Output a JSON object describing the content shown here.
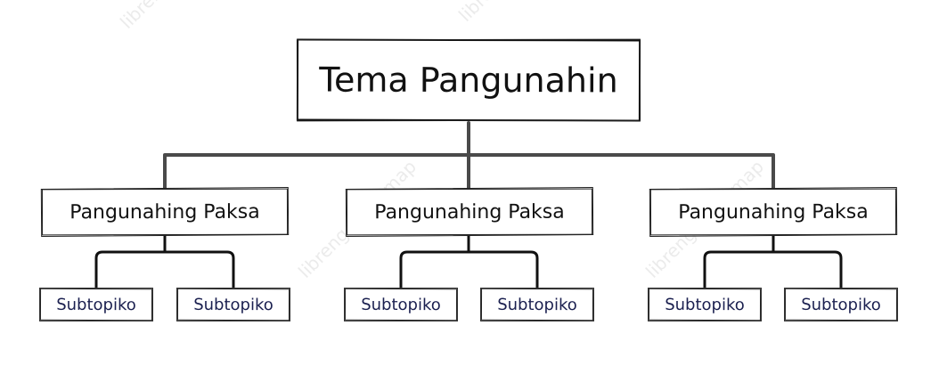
{
  "diagram": {
    "root": {
      "label": "Tema Pangunahin",
      "branches": [
        {
          "label": "Pangunahing Paksa",
          "children": [
            {
              "label": "Subtopiko"
            },
            {
              "label": "Subtopiko"
            }
          ]
        },
        {
          "label": "Pangunahing Paksa",
          "children": [
            {
              "label": "Subtopiko"
            },
            {
              "label": "Subtopiko"
            }
          ]
        },
        {
          "label": "Pangunahing Paksa",
          "children": [
            {
              "label": "Subtopiko"
            },
            {
              "label": "Subtopiko"
            }
          ]
        }
      ]
    },
    "colors": {
      "connector": "#4a4a4a",
      "border": "#222222",
      "subtopic_text": "#1a1f4f"
    }
  }
}
